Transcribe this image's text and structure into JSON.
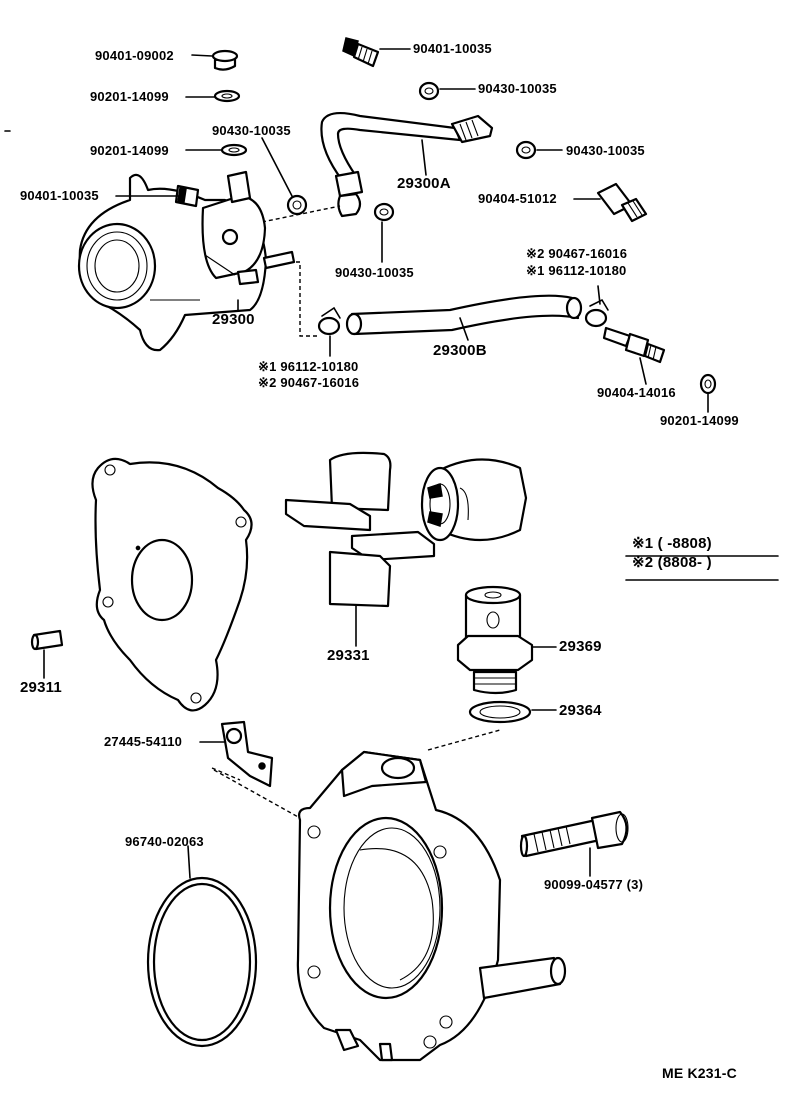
{
  "callouts": {
    "p90401_09002": "90401-09002",
    "p90201_14099_a": "90201-14099",
    "p90201_14099_b": "90201-14099",
    "p90401_10035_top": "90401-10035",
    "p90401_10035_left": "90401-10035",
    "p90430_10035_a": "90430-10035",
    "p90430_10035_b": "90430-10035",
    "p90430_10035_c": "90430-10035",
    "p90430_10035_d": "90430-10035",
    "p29300A": "29300A",
    "p90404_51012": "90404-51012",
    "p29300": "29300",
    "p90467_16016_top": "※2 90467-16016",
    "p96112_10180_top": "※1 96112-10180",
    "p96112_10180_bot": "※1 96112-10180",
    "p90467_16016_bot": "※2 90467-16016",
    "p29300B": "29300B",
    "p90404_14016": "90404-14016",
    "p90201_14099_c": "90201-14099",
    "p29331": "29331",
    "p29311": "29311",
    "p29369": "29369",
    "p29364": "29364",
    "p27445_54110": "27445-54110",
    "p96740_02063": "96740-02063",
    "p90099_04577": "90099-04577 (3)"
  },
  "legend": {
    "note1": "※1 (      -8808)",
    "note2": "※2 (8808-       )"
  },
  "footer": {
    "code": "ME  K231-C"
  },
  "icons": [
    "vacuum-pump-assembly-icon",
    "plug-icon",
    "washer-icon",
    "hose-icon",
    "union-icon",
    "clip-icon",
    "gasket-icon",
    "vane-icon",
    "rotor-icon",
    "pin-icon",
    "union-bolt-icon",
    "o-ring-icon",
    "bracket-icon",
    "bolt-icon",
    "pump-housing-icon"
  ]
}
